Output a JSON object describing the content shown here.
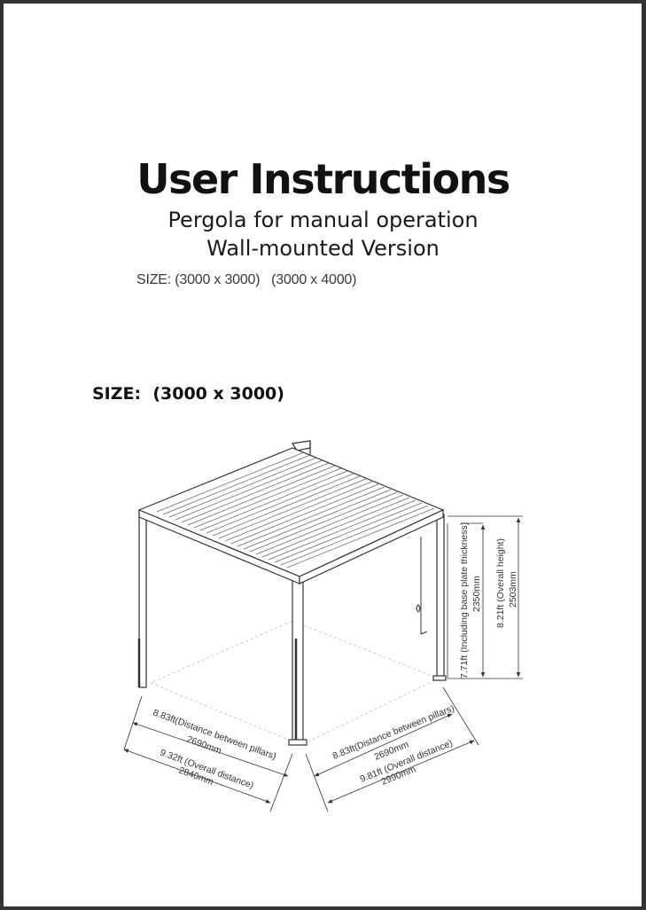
{
  "document": {
    "title": "User Instructions",
    "subtitle_line1": "Pergola for manual operation",
    "subtitle_line2": "Wall-mounted Version",
    "size_options": "SIZE: (3000 x 3000)   (3000 x 4000)",
    "section_heading": "SIZE:  (3000 x 3000)"
  },
  "diagram": {
    "left_pillar_dist_ft": "8.83ft(Distance between pillars)",
    "left_pillar_dist_mm": "2690mm",
    "left_overall_ft": "9.32ft (Overall distance)",
    "left_overall_mm": "2840mm",
    "right_pillar_dist_ft": "8.83ft(Distance between pillars)",
    "right_pillar_dist_mm": "2690mm",
    "right_overall_ft": "9.81ft (Overall distance)",
    "right_overall_mm": "2990mm",
    "height_incl_ft": "7.71ft (Including base plate thickness)",
    "height_incl_mm": "2350mm",
    "height_overall_ft": "8.21ft (Overall height)",
    "height_overall_mm": "2503mm"
  }
}
